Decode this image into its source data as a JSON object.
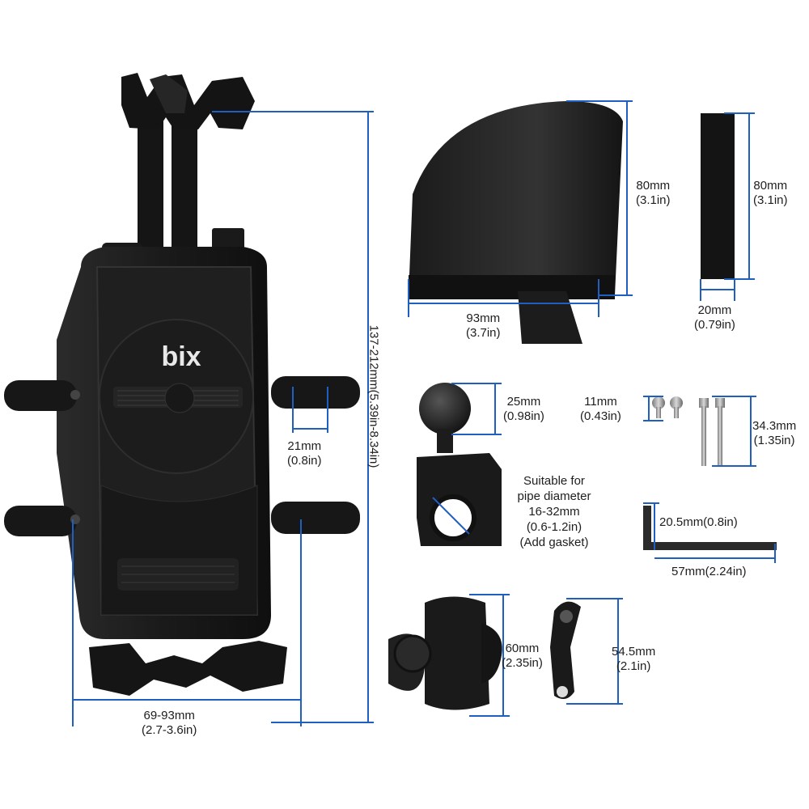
{
  "brand": {
    "logo_text": "bix"
  },
  "colors": {
    "dimension_line": "#1f5fbf",
    "product": "#1a1a1a",
    "background": "#ffffff"
  },
  "dimensions": {
    "holder_height": "137-212mm(5.39in-8.34in)",
    "holder_width": {
      "mm": "69-93mm",
      "in": "(2.7-3.6in)"
    },
    "arm_width": {
      "mm": "21mm",
      "in": "(0.8in)"
    },
    "visor_height": {
      "mm": "80mm",
      "in": "(3.1in)"
    },
    "visor_width": {
      "mm": "93mm",
      "in": "(3.7in)"
    },
    "strap_height": {
      "mm": "80mm",
      "in": "(3.1in)"
    },
    "strap_width": {
      "mm": "20mm",
      "in": "(0.79in)"
    },
    "ball_size": {
      "mm": "25mm",
      "in": "(0.98in)"
    },
    "short_screw": {
      "mm": "11mm",
      "in": "(0.43in)"
    },
    "long_screw": {
      "mm": "34.3mm",
      "in": "(1.35in)"
    },
    "wrench_short": "20.5mm(0.8in)",
    "wrench_long": "57mm(2.24in)",
    "clamp_height": {
      "mm": "60mm",
      "in": "(2.35in)"
    },
    "bracket_height": {
      "mm": "54.5mm",
      "in": "(2.1in)"
    }
  },
  "pipe_note": {
    "lines": [
      "Suitable for",
      "pipe diameter",
      "16-32mm",
      "(0.6-1.2in)",
      "(Add gasket)"
    ]
  }
}
